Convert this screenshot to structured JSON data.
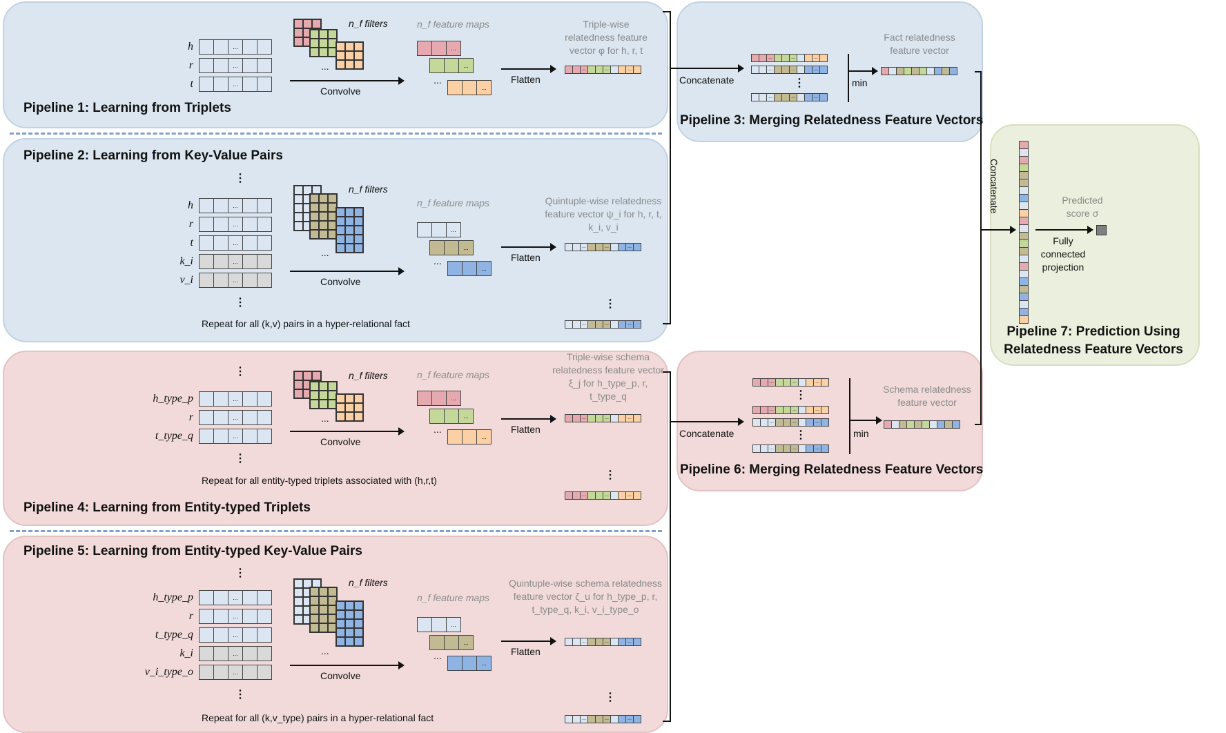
{
  "colors": {
    "pink": "#e7a9b0",
    "green": "#c4d89a",
    "orange": "#fbd0a4",
    "light": "#dce6f2",
    "khaki": "#c2ba93",
    "blue": "#8fb3e3",
    "gray": "#d9d9d9",
    "score": "#7f7f7f"
  },
  "pipelines": {
    "p1": {
      "title": "Pipeline 1: Learning from Triplets"
    },
    "p2": {
      "title": "Pipeline 2: Learning from Key-Value Pairs",
      "repeat": "Repeat for all (k,v) pairs in a hyper-relational fact"
    },
    "p3": {
      "title": "Pipeline 3: Merging Relatedness Feature Vectors",
      "vector_label": "Fact relatedness feature vector"
    },
    "p4": {
      "title": "Pipeline 4: Learning from Entity-typed Triplets",
      "repeat": "Repeat for all entity-typed triplets associated with (h,r,t)"
    },
    "p5": {
      "title": "Pipeline 5: Learning from Entity-typed Key-Value Pairs",
      "repeat": "Repeat for all (k,v_type) pairs in a hyper-relational fact"
    },
    "p6": {
      "title": "Pipeline 6: Merging Relatedness Feature Vectors",
      "vector_label": "Schema relatedness feature vector"
    },
    "p7": {
      "title": "Pipeline 7: Prediction Using Relatedness Feature Vectors",
      "predicted": "Predicted score σ",
      "projection": "Fully connected projection"
    }
  },
  "labels": {
    "filters": "n_f filters",
    "feature_maps": "n_f feature maps",
    "convolve": "Convolve",
    "flatten": "Flatten",
    "concatenate": "Concatenate",
    "min": "min",
    "ellipsis": "...",
    "vdots": "⋮"
  },
  "vectors": {
    "p1": [
      "h",
      "r",
      "t"
    ],
    "p2": [
      "h",
      "r",
      "t",
      "k_i",
      "v_i"
    ],
    "p4": [
      "h_type_p",
      "r",
      "t_type_q"
    ],
    "p5": [
      "h_type_p",
      "r",
      "t_type_q",
      "k_i",
      "v_i_type_o"
    ]
  },
  "outputs": {
    "p1": "Triple-wise relatedness feature vector φ for h, r, t",
    "p2": "Quintuple-wise relatedness feature vector ψ_i for h, r, t, k_i, v_i",
    "p4": "Triple-wise schema relatedness feature vector ξ_j for h_type_p, r, t_type_q",
    "p5": "Quintuple-wise schema relatedness feature vector ζ_u for h_type_p, r, t_type_q, k_i, v_i_type_o"
  }
}
